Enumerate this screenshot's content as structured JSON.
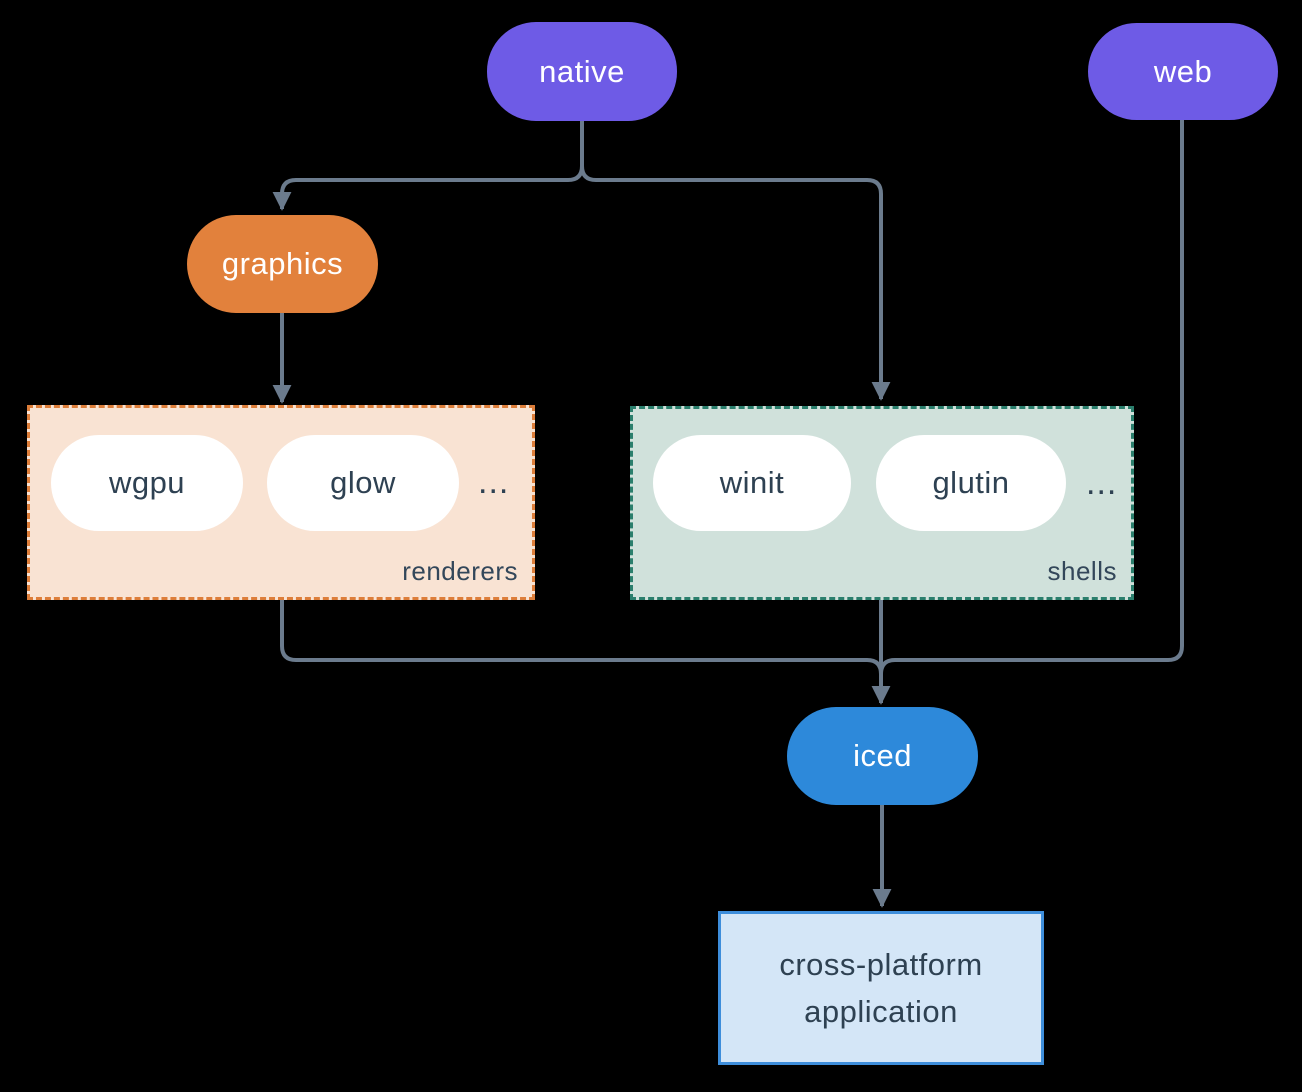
{
  "diagram": {
    "nodes": {
      "native": {
        "label": "native"
      },
      "web": {
        "label": "web"
      },
      "graphics": {
        "label": "graphics"
      },
      "iced": {
        "label": "iced"
      },
      "wgpu": {
        "label": "wgpu"
      },
      "glow": {
        "label": "glow"
      },
      "winit": {
        "label": "winit"
      },
      "glutin": {
        "label": "glutin"
      },
      "application": {
        "label": "cross-platform application"
      }
    },
    "groups": {
      "renderers": {
        "label": "renderers",
        "ellipsis": "..."
      },
      "shells": {
        "label": "shells",
        "ellipsis": "..."
      }
    },
    "edges": [
      {
        "from": "native",
        "to": "graphics"
      },
      {
        "from": "native",
        "to": "shells"
      },
      {
        "from": "graphics",
        "to": "renderers"
      },
      {
        "from": "renderers",
        "to": "iced"
      },
      {
        "from": "shells",
        "to": "iced"
      },
      {
        "from": "web",
        "to": "iced"
      },
      {
        "from": "iced",
        "to": "application"
      }
    ],
    "colors": {
      "background": "#000000",
      "purple": "#6e5be6",
      "orange": "#e2813c",
      "blue": "#2d89da",
      "white_pill": "#ffffff",
      "pill_text_light": "#ffffff",
      "pill_text_dark": "#2e4152",
      "renderers_bg": "#f9e3d3",
      "renderers_border": "#dd7e3a",
      "shells_bg": "#d0e1db",
      "shells_border": "#2b7f6d",
      "app_bg": "#d4e6f7",
      "app_border": "#3e8edb",
      "connector": "#6b7b8d",
      "label_dark": "#33475a"
    }
  }
}
